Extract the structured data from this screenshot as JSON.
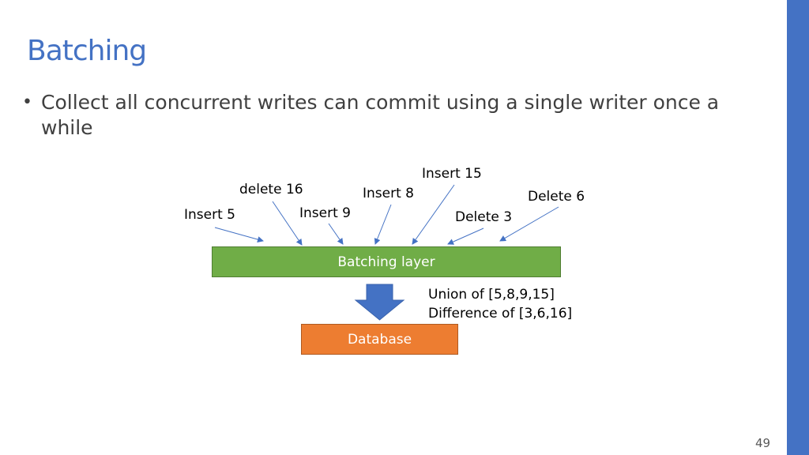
{
  "slide": {
    "title": "Batching",
    "bullet": "Collect all concurrent writes can commit using a single writer once a while",
    "page_number": "49"
  },
  "diagram": {
    "operations": [
      {
        "id": "insert-5",
        "label": "Insert 5"
      },
      {
        "id": "delete-16",
        "label": "delete 16"
      },
      {
        "id": "insert-9",
        "label": "Insert 9"
      },
      {
        "id": "insert-8",
        "label": "Insert 8"
      },
      {
        "id": "insert-15",
        "label": "Insert 15"
      },
      {
        "id": "delete-3",
        "label": "Delete 3"
      },
      {
        "id": "delete-6",
        "label": "Delete 6"
      }
    ],
    "batching_layer": "Batching layer",
    "database": "Database",
    "summary": {
      "union": "Union of [5,8,9,15]",
      "difference": "Difference of [3,6,16]"
    }
  },
  "colors": {
    "accent": "#4472c4",
    "batching_layer": "#70ad47",
    "database": "#ed7d31",
    "arrow": "#4472c4",
    "down_arrow": "#4472c4"
  }
}
